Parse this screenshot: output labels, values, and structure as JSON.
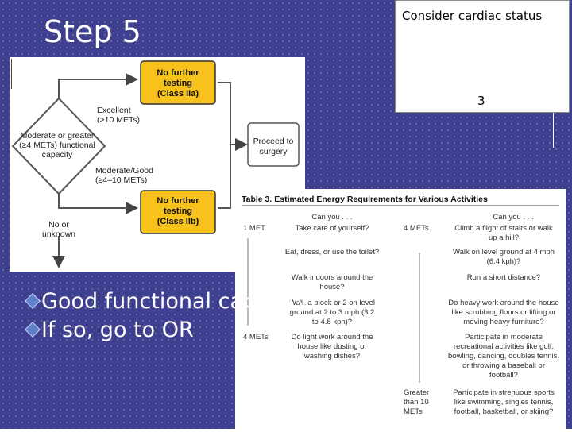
{
  "slide": {
    "title": "Step 5",
    "bullets": [
      "Good functional capacity?",
      "If so, go to OR"
    ]
  },
  "note": {
    "text": "Consider cardiac status",
    "number": "3"
  },
  "flowchart": {
    "box_top": [
      "No further",
      "testing",
      "(Class IIa)"
    ],
    "excellent": [
      "Excellent",
      "(>10 METs)"
    ],
    "diamond": [
      "Moderate or greater",
      "(≥4 METs) functional",
      "capacity"
    ],
    "moderate_good": [
      "Moderate/Good",
      "(≥4–10 METs)"
    ],
    "box_bottom": [
      "No further",
      "testing",
      "(Class IIb)"
    ],
    "proceed": [
      "Proceed to",
      "surgery"
    ],
    "no_or_unknown": [
      "No or",
      "unknown"
    ],
    "colors": {
      "highlight_box": "#f8c21c",
      "box_border": "#333333"
    }
  },
  "table": {
    "title": "Table 3.  Estimated Energy Requirements for Various Activities",
    "left_header": "Can you . . .",
    "right_header": "Can you . . .",
    "left_label_top": "1 MET",
    "left_label_bottom": "4 METs",
    "right_label_top": "4 METs",
    "right_label_bottom": [
      "Greater",
      "than 10",
      "METs"
    ],
    "left_items": [
      [
        "Take care of yourself?"
      ],
      [
        "Eat, dress, or use the toilet?"
      ],
      [
        "Walk indoors around the",
        "house?"
      ],
      [
        "Walk a block or 2 on level",
        "ground at 2 to 3 mph (3.2",
        "to 4.8 kph)?"
      ],
      [
        "Do light work around the",
        "house like dusting or",
        "washing dishes?"
      ]
    ],
    "right_items": [
      [
        "Climb a flight of stairs or walk",
        "up a hill?"
      ],
      [
        "Walk on level ground at 4 mph",
        "(6.4 kph)?"
      ],
      [
        "Run a short distance?"
      ],
      [
        "Do heavy work around the house",
        "like scrubbing floors or lifting or",
        "moving heavy furniture?"
      ],
      [
        "Participate in moderate",
        "recreational activities like golf,",
        "bowling, dancing, doubles tennis,",
        "or throwing a baseball or",
        "football?"
      ],
      [
        "Participate in strenuous sports",
        "like swimming, singles tennis,",
        "football, basketball, or skiing?"
      ]
    ]
  }
}
